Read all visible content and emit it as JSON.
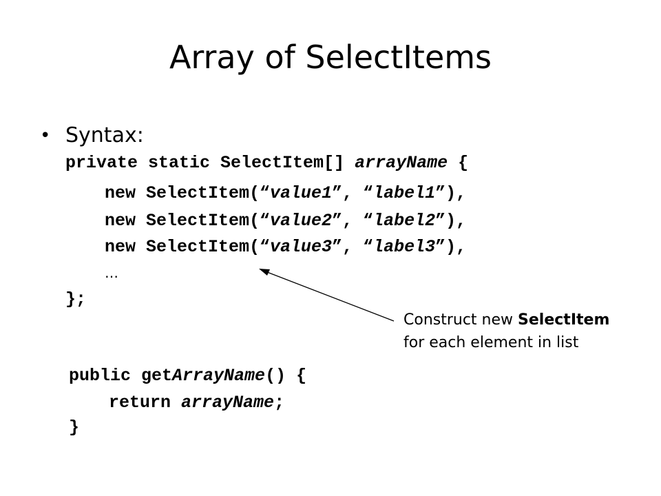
{
  "title": "Array of SelectItems",
  "bullet": {
    "label": "Syntax:"
  },
  "code_block_1": {
    "line1_kw": "private static SelectItem[] ",
    "line1_var": "arrayName",
    "line1_tail": " {",
    "item_prefix": "new SelectItem(“",
    "item_mid": "”, “",
    "item_tail": "”),",
    "items": [
      {
        "value": "value1",
        "label": "label1"
      },
      {
        "value": "value2",
        "label": "label2"
      },
      {
        "value": "value3",
        "label": "label3"
      }
    ],
    "ellipsis": "…",
    "close": "};"
  },
  "code_block_2": {
    "line1_kw": "public get",
    "line1_method": "ArrayName",
    "line1_tail": "() {",
    "return_kw": "return ",
    "return_var": "arrayName",
    "return_tail": ";",
    "close": "}"
  },
  "annotation": {
    "line1_pre": "Construct new ",
    "line1_bold": "SelectItem",
    "line2": "for each element in list"
  }
}
